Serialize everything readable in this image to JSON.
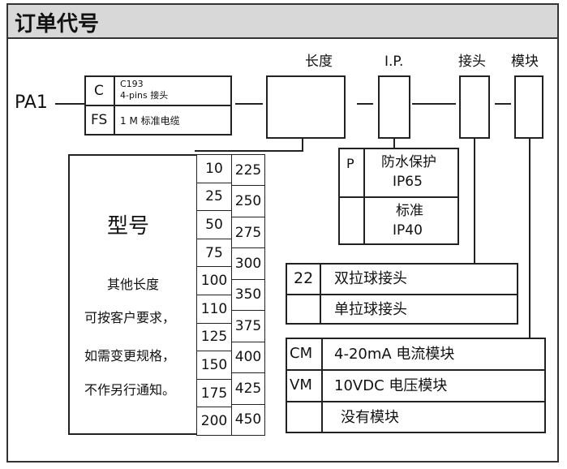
{
  "title": "订单代号",
  "prefix": "PA1",
  "labels": {
    "length": "长度",
    "ip": "I.P.",
    "joint": "接头",
    "module": "模块"
  },
  "connector": {
    "rows": [
      {
        "code": "C",
        "line1": "C193",
        "line2": "4-pins 接头"
      },
      {
        "code": "FS",
        "line1": "1 M 标准电缆",
        "line2": ""
      }
    ]
  },
  "model": {
    "heading": "型号",
    "notes": [
      "其他长度",
      "可按客户要求，",
      "如需变更规格，",
      "不作另行通知。"
    ],
    "col1": [
      "10",
      "25",
      "50",
      "75",
      "100",
      "110",
      "125",
      "150",
      "175",
      "200"
    ],
    "col2": [
      "225",
      "250",
      "275",
      "300",
      "350",
      "375",
      "400",
      "425",
      "450"
    ]
  },
  "ip_options": [
    {
      "code": "P",
      "line1": "防水保护",
      "line2": "IP65"
    },
    {
      "code": "",
      "line1": "标准",
      "line2": "IP40"
    }
  ],
  "joint_options": [
    {
      "code": "22",
      "label": "双拉球接头"
    },
    {
      "code": "",
      "label": "单拉球接头"
    }
  ],
  "module_options": [
    {
      "code": "CM",
      "label": "4-20mA 电流模块"
    },
    {
      "code": "VM",
      "label": "10VDC 电压模块"
    },
    {
      "code": "",
      "label": "没有模块"
    }
  ]
}
